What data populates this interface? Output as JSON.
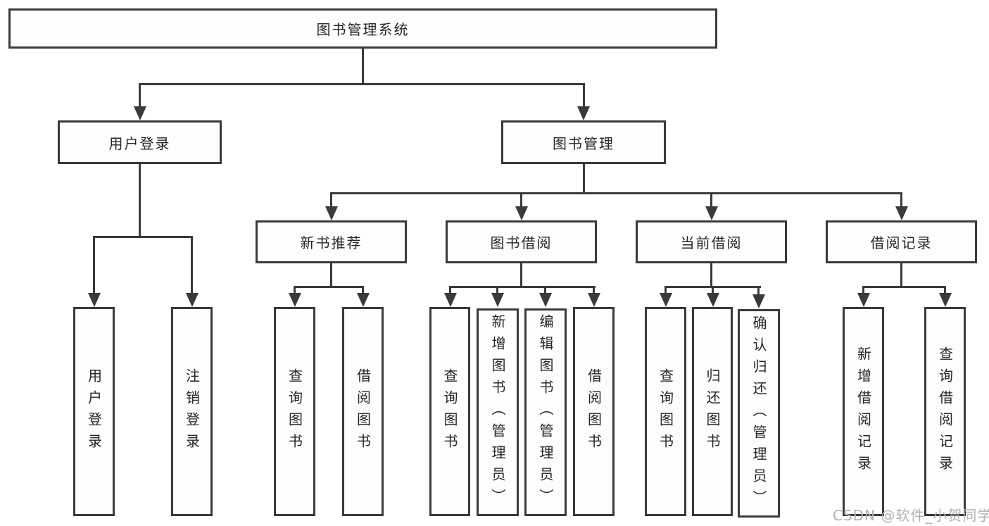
{
  "diagram": {
    "title_node": "图书管理系统",
    "level1": [
      {
        "label": "用户登录"
      },
      {
        "label": "图书管理"
      }
    ],
    "level2": [
      {
        "label": "新书推荐"
      },
      {
        "label": "图书借阅"
      },
      {
        "label": "当前借阅"
      },
      {
        "label": "借阅记录"
      }
    ],
    "leaves": {
      "user_login": [
        "用户登录",
        "注销登录"
      ],
      "new_book": [
        "查询图书",
        "借阅图书"
      ],
      "borrow": [
        "查询图书",
        "新增图书（管理员）",
        "编辑图书（管理员）",
        "借阅图书"
      ],
      "current": [
        "查询图书",
        "归还图书",
        "确认归还（管理员）"
      ],
      "record": [
        "新增借阅记录",
        "查询借阅记录"
      ]
    },
    "colors": {
      "line": "#3a3a3a",
      "box_fill": "#fdfdfd",
      "text": "#262626",
      "watermark": "#b1b1b1"
    },
    "watermark": "CSDN @软件_小贺同学"
  }
}
